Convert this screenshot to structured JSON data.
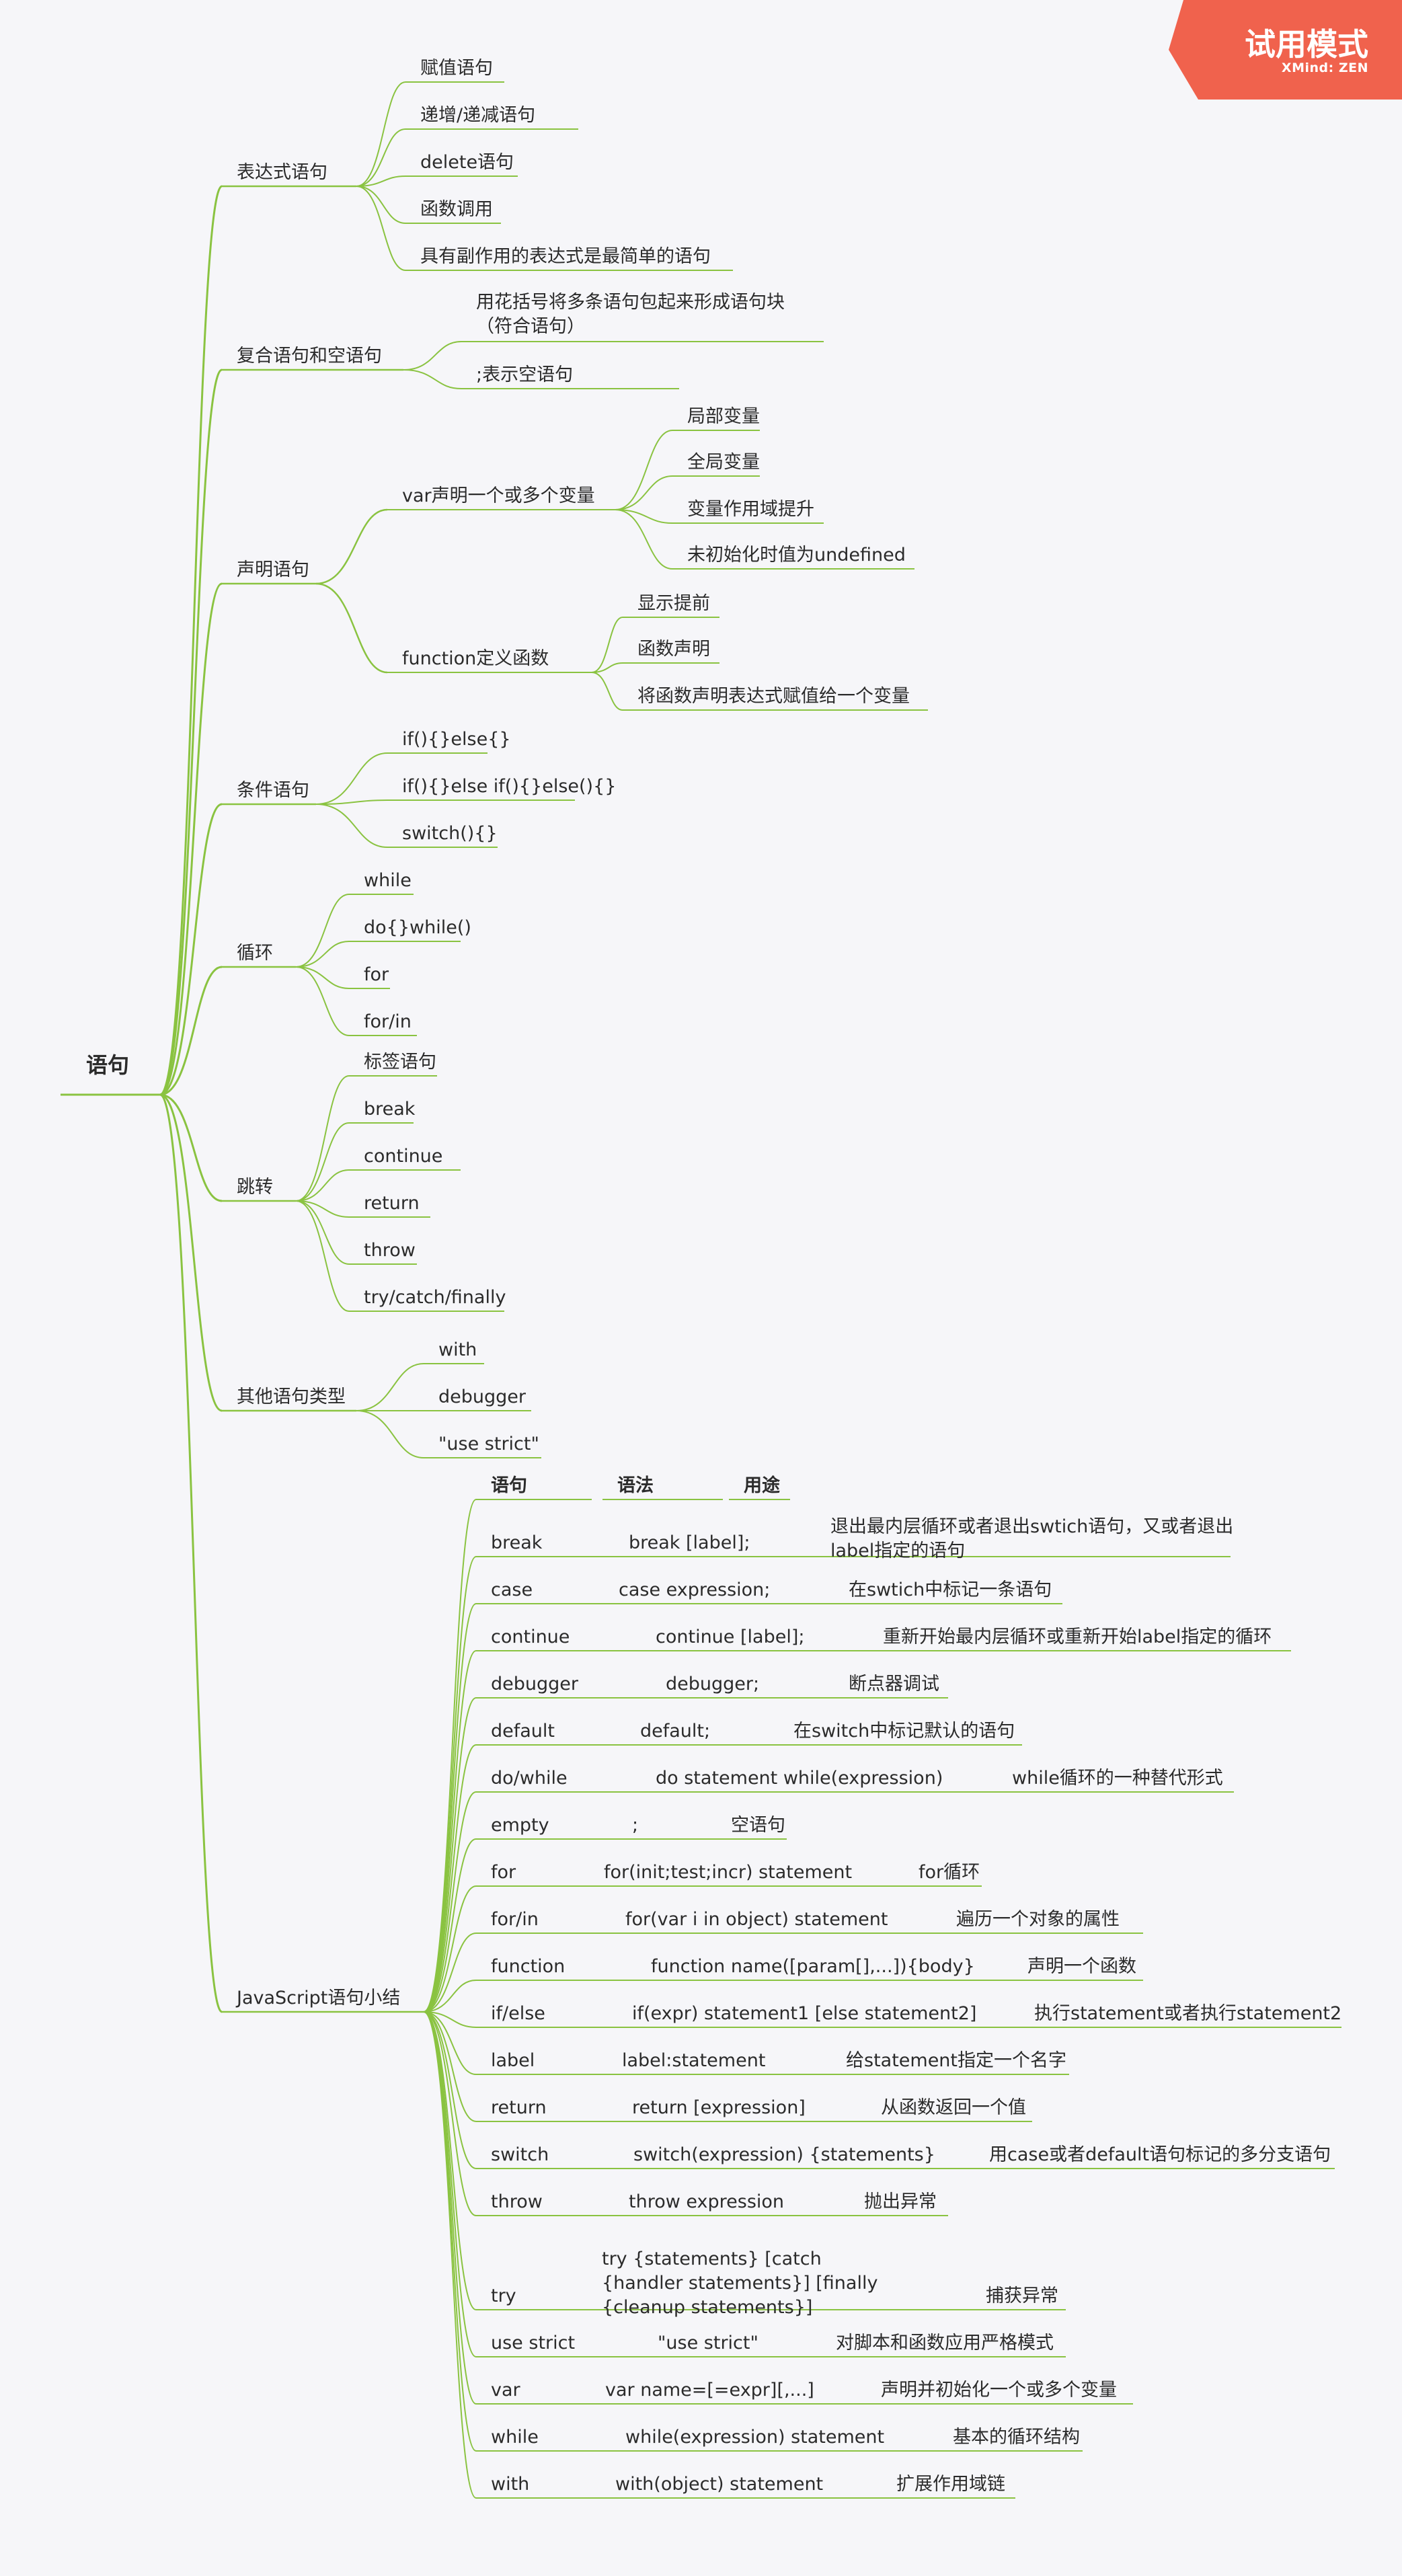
{
  "root": "语句",
  "accent_color": "#8ac341",
  "badge": {
    "title": "试用模式",
    "brand": "XMind: ZEN",
    "color": "#f0624d"
  },
  "branches": [
    {
      "label": "表达式语句",
      "children": [
        {
          "label": "赋值语句"
        },
        {
          "label": "递增/递减语句"
        },
        {
          "label": "delete语句"
        },
        {
          "label": "函数调用"
        },
        {
          "label": "具有副作用的表达式是最简单的语句"
        }
      ]
    },
    {
      "label": "复合语句和空语句",
      "children": [
        {
          "label": "用花括号将多条语句包起来形成语句块（符合语句）"
        },
        {
          "label": ";表示空语句"
        }
      ]
    },
    {
      "label": "声明语句",
      "children": [
        {
          "label": "var声明一个或多个变量",
          "children": [
            {
              "label": "局部变量"
            },
            {
              "label": "全局变量"
            },
            {
              "label": "变量作用域提升"
            },
            {
              "label": "未初始化时值为undefined"
            }
          ]
        },
        {
          "label": "function定义函数",
          "children": [
            {
              "label": "显示提前"
            },
            {
              "label": "函数声明"
            },
            {
              "label": "将函数声明表达式赋值给一个变量"
            }
          ]
        }
      ]
    },
    {
      "label": "条件语句",
      "children": [
        {
          "label": "if(){}else{}"
        },
        {
          "label": "if(){}else if(){}else(){}"
        },
        {
          "label": "switch(){}"
        }
      ]
    },
    {
      "label": "循环",
      "children": [
        {
          "label": "while"
        },
        {
          "label": "do{}while()"
        },
        {
          "label": "for"
        },
        {
          "label": "for/in"
        }
      ]
    },
    {
      "label": "跳转",
      "children": [
        {
          "label": "标签语句"
        },
        {
          "label": "break"
        },
        {
          "label": "continue"
        },
        {
          "label": "return"
        },
        {
          "label": "throw"
        },
        {
          "label": "try/catch/finally"
        }
      ]
    },
    {
      "label": "其他语句类型",
      "children": [
        {
          "label": "with"
        },
        {
          "label": "debugger"
        },
        {
          "label": "\"use strict\""
        }
      ]
    },
    {
      "label": "JavaScript语句小结",
      "table": {
        "headers": [
          "语句",
          "语法",
          "用途"
        ],
        "rows": [
          [
            "break",
            "break [label];",
            "退出最内层循环或者退出swtich语句，又或者退出label指定的语句"
          ],
          [
            "case",
            "case expression;",
            "在swtich中标记一条语句"
          ],
          [
            "continue",
            "continue [label];",
            "重新开始最内层循环或重新开始label指定的循环"
          ],
          [
            "debugger",
            "debugger;",
            "断点器调试"
          ],
          [
            "default",
            "default;",
            "在switch中标记默认的语句"
          ],
          [
            "do/while",
            "do statement while(expression)",
            "while循环的一种替代形式"
          ],
          [
            "empty",
            ";",
            "空语句"
          ],
          [
            "for",
            "for(init;test;incr) statement",
            "for循环"
          ],
          [
            "for/in",
            "for(var i in object) statement",
            "遍历一个对象的属性"
          ],
          [
            "function",
            "function name([param[],...]){body}",
            "声明一个函数"
          ],
          [
            "if/else",
            "if(expr) statement1 [else statement2]",
            "执行statement或者执行statement2"
          ],
          [
            "label",
            "label:statement",
            "给statement指定一个名字"
          ],
          [
            "return",
            "return [expression]",
            "从函数返回一个值"
          ],
          [
            "switch",
            "switch(expression) {statements}",
            "用case或者default语句标记的多分支语句"
          ],
          [
            "throw",
            "throw expression",
            "抛出异常"
          ],
          [
            "try",
            "try {statements} [catch {handler statements}] [finally {cleanup statements}]",
            "捕获异常"
          ],
          [
            "use strict",
            "\"use strict\"",
            "对脚本和函数应用严格模式"
          ],
          [
            "var",
            "var name=[=expr][,...]",
            "声明并初始化一个或多个变量"
          ],
          [
            "while",
            "while(expression) statement",
            "基本的循环结构"
          ],
          [
            "with",
            "with(object) statement",
            "扩展作用域链"
          ]
        ]
      }
    }
  ]
}
